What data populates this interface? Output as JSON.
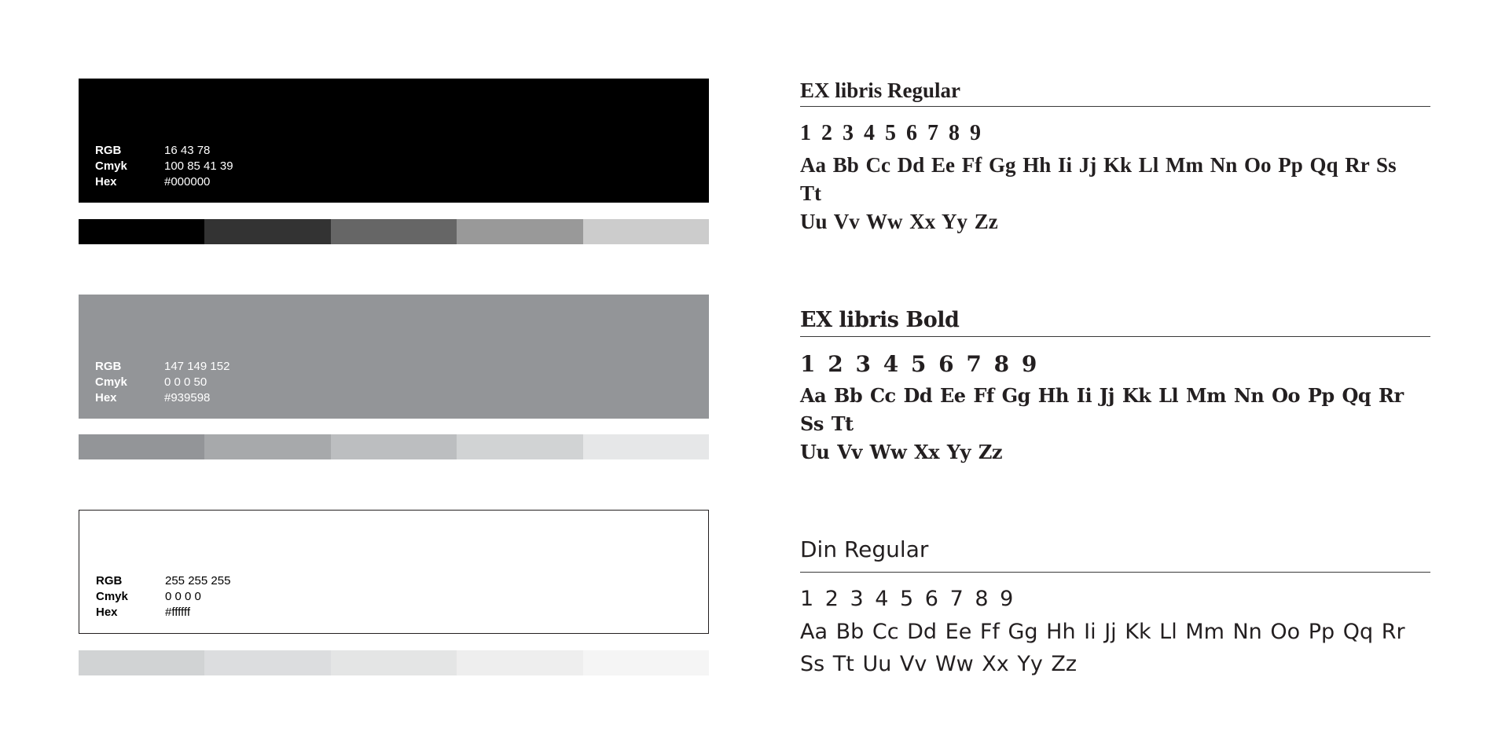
{
  "colors": [
    {
      "labels": {
        "rgb": "RGB",
        "cmyk": "Cmyk",
        "hex": "Hex"
      },
      "rgb": "16 43 78",
      "cmyk": "100 85 41 39",
      "hex": "#000000",
      "fill": "#000000",
      "text_color": "#ffffff",
      "tints": [
        "#000000",
        "#333333",
        "#666666",
        "#999999",
        "#cccccc"
      ]
    },
    {
      "labels": {
        "rgb": "RGB",
        "cmyk": "Cmyk",
        "hex": "Hex"
      },
      "rgb": "147 149 152",
      "cmyk": "0 0 0 50",
      "hex": "#939598",
      "fill": "#939598",
      "text_color": "#ffffff",
      "tints": [
        "#939598",
        "#a7a9ab",
        "#bcbec0",
        "#d1d3d4",
        "#e6e7e8"
      ]
    },
    {
      "labels": {
        "rgb": "RGB",
        "cmyk": "Cmyk",
        "hex": "Hex"
      },
      "rgb": "255 255 255",
      "cmyk": "0 0 0 0",
      "hex": "#ffffff",
      "fill": "#ffffff",
      "text_color": "#000000",
      "tints": [
        "#d1d3d4",
        "#dcdddf",
        "#e4e5e5",
        "#eeeeee",
        "#f5f5f5"
      ]
    }
  ],
  "fonts": [
    {
      "name": "EX libris Regular",
      "numbers": "1 2 3 4 5 6 7 8 9",
      "alphabet_1": "Aa Bb Cc Dd Ee Ff Gg Hh Ii Jj Kk Ll Mm Nn Oo Pp Qq Rr Ss Tt",
      "alphabet_2": "Uu Vv Ww Xx Yy Zz"
    },
    {
      "name": "EX libris Bold",
      "numbers": "1 2 3 4 5 6 7 8 9",
      "alphabet_1": "Aa Bb Cc Dd Ee Ff Gg Hh Ii Jj Kk Ll Mm Nn Oo Pp Qq Rr Ss Tt",
      "alphabet_2": "Uu Vv Ww Xx Yy Zz"
    },
    {
      "name": "Din Regular",
      "numbers": "1 2 3 4 5 6 7 8 9",
      "alphabet_1": "Aa Bb Cc Dd Ee Ff Gg Hh Ii Jj Kk Ll Mm Nn Oo Pp Qq Rr",
      "alphabet_2": "Ss Tt Uu Vv Ww Xx Yy Zz"
    }
  ]
}
